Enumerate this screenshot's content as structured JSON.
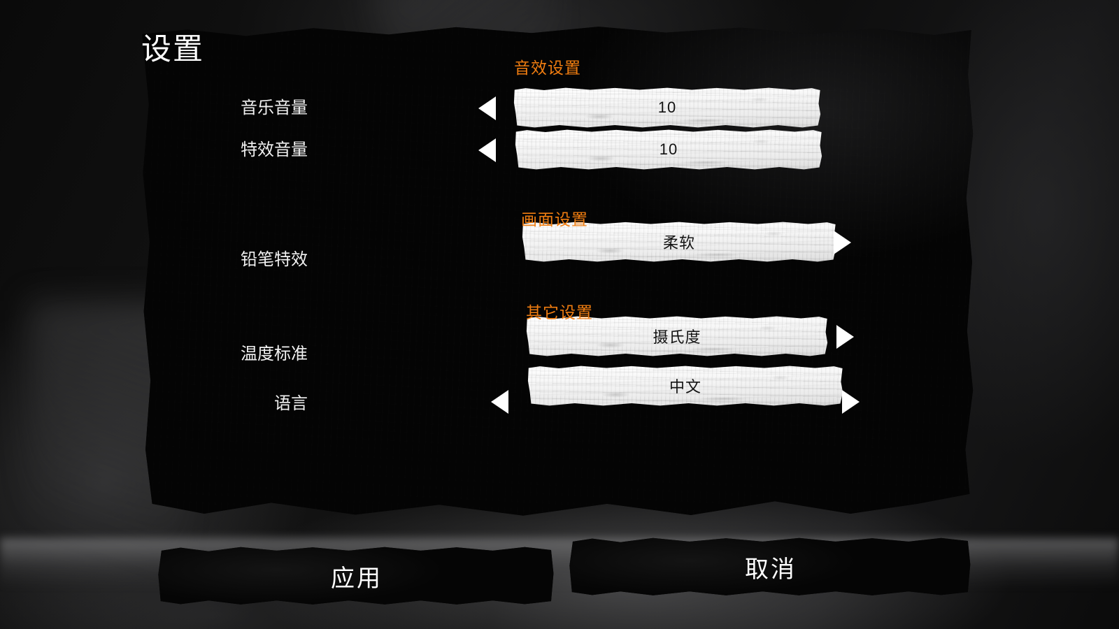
{
  "screen": {
    "title": "设置",
    "accent_color": "#f07d10",
    "bar_color": "#f2f2f2",
    "text_color": "#f2f2f2"
  },
  "sections": [
    {
      "id": "audio",
      "label": "音效设置"
    },
    {
      "id": "display",
      "label": "画面设置"
    },
    {
      "id": "other",
      "label": "其它设置"
    }
  ],
  "rows": [
    {
      "id": "music-volume",
      "label": "音乐音量",
      "value": "10",
      "left_arrow": true,
      "right_arrow": false
    },
    {
      "id": "sfx-volume",
      "label": "特效音量",
      "value": "10",
      "left_arrow": true,
      "right_arrow": false
    },
    {
      "id": "pencil-effect",
      "label": "铅笔特效",
      "value": "柔软",
      "left_arrow": false,
      "right_arrow": true
    },
    {
      "id": "temperature-unit",
      "label": "温度标准",
      "value": "摄氏度",
      "left_arrow": false,
      "right_arrow": true
    },
    {
      "id": "language",
      "label": "语言",
      "value": "中文",
      "left_arrow": true,
      "right_arrow": true
    }
  ],
  "buttons": {
    "apply": "应用",
    "cancel": "取消"
  }
}
